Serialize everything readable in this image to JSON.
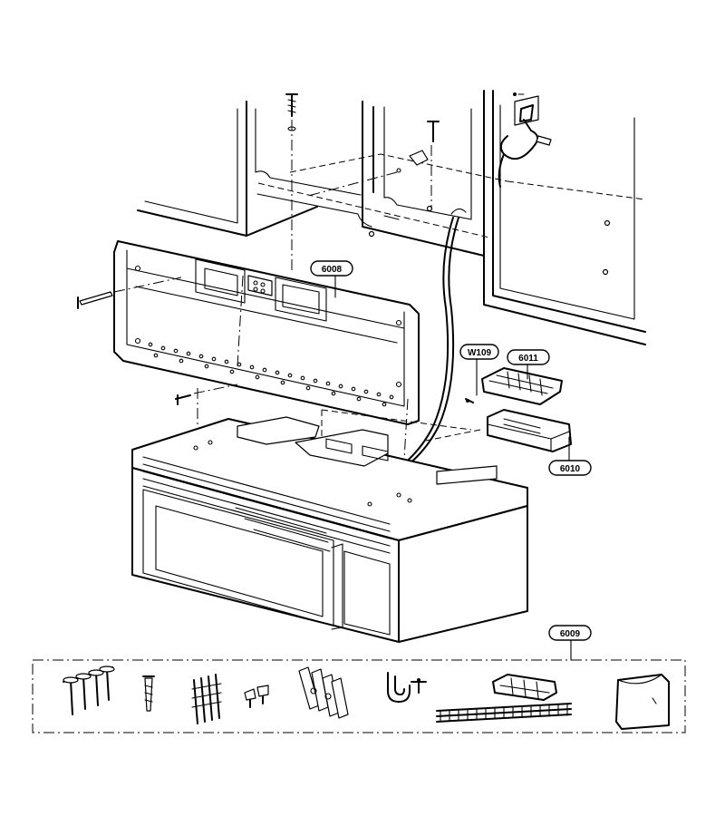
{
  "callouts": {
    "bracket": "6008",
    "screw": "W109",
    "cover": "6011",
    "damper": "6010",
    "kit": "6009"
  }
}
